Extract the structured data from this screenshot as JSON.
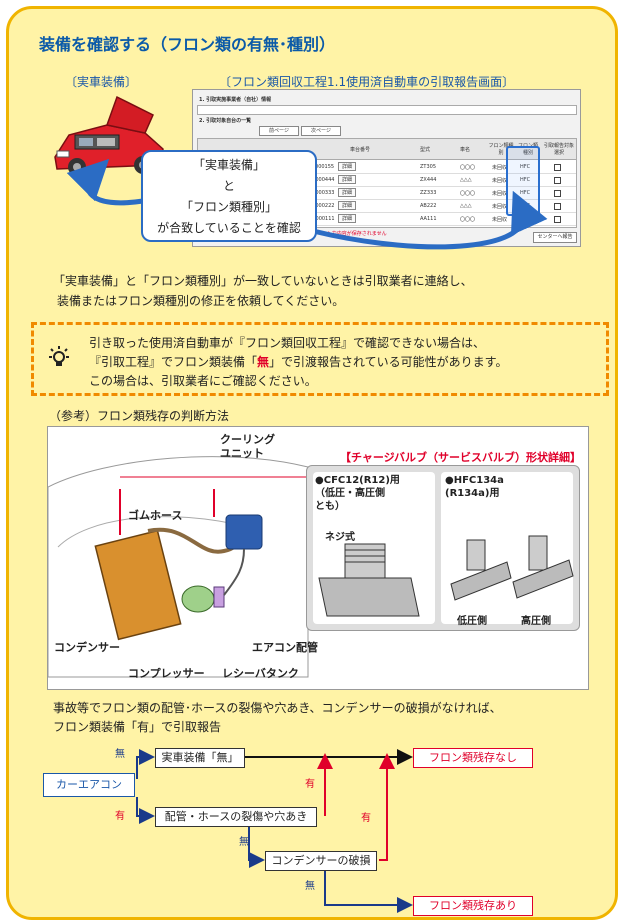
{
  "title": "装備を確認する（フロン類の有無･種別）",
  "labels": {
    "actual_equipment": "〔実車装備〕",
    "report_screen": "〔フロン類回収工程1.1使用済自動車の引取報告画面〕"
  },
  "report_screen": {
    "section1": "1. 引取実施事業者（自社）情報",
    "section2": "2. 引取対象自台の一覧",
    "prev": "前ページ",
    "next": "次ページ",
    "button_detail": "詳細",
    "button_center": "センターへ報告",
    "note": "※ 入力内容が保存されません",
    "headers": [
      "車台番号",
      "型式",
      "車名",
      "フロン類種別",
      "フロン類種別",
      "引取報告対象選択"
    ],
    "rows": [
      {
        "vin": "ZT305-0000155",
        "model": "ZT305",
        "name": "〇〇〇",
        "cls": "未回収",
        "type": "HFC"
      },
      {
        "vin": "ZX444-0000444",
        "model": "ZX444",
        "name": "△△△",
        "cls": "未回収",
        "type": "HFC"
      },
      {
        "vin": "ZZ333-0000333",
        "model": "ZZ333",
        "name": "〇〇〇",
        "cls": "未回収",
        "type": "HFC"
      },
      {
        "vin": "AB222-0000222",
        "model": "AB222",
        "name": "△△△",
        "cls": "未回収",
        "type": "HFC"
      },
      {
        "vin": "AA111-0000111",
        "model": "AA111",
        "name": "〇〇〇",
        "cls": "未回収",
        "type": "HFC"
      }
    ]
  },
  "bubble": {
    "line1": "「実車装備」",
    "line2": "と",
    "line3": "「フロン類種別」",
    "line4": "が合致していることを確認"
  },
  "paragraph": {
    "line1": "「実車装備」と「フロン類種別」が一致していないときは引取業者に連絡し、",
    "line2": "装備またはフロン類種別の修正を依頼してください。"
  },
  "notice": {
    "line1": "引き取った使用済自動車が『フロン類回収工程』で確認できない場合は、",
    "line2_a": "『引取工程』でフロン類装備「",
    "line2_red": "無",
    "line2_b": "」で引渡報告されている可能性があります。",
    "line3": "この場合は、引取業者にご確認ください。"
  },
  "reference_title": "（参考）フロン類残存の判断方法",
  "illustration": {
    "cooling_unit": "クーリング\nユニット",
    "rubber_hose": "ゴムホース",
    "condenser": "コンデンサー",
    "compressor": "コンプレッサー",
    "receiver_tank": "レシーバタンク",
    "aircon_pipe": "エアコン配管",
    "detail_title": "【チャージバルブ（サービスバルブ）形状詳細】",
    "cfc": "●CFC12(R12)用\n（低圧・高圧側\nとも）",
    "screw": "ネジ式",
    "hfc": "●HFC134a\n(R134a)用",
    "low": "低圧側",
    "high": "高圧側"
  },
  "conclusion": {
    "line1": "事故等でフロン類の配管･ホースの裂傷や穴あき、コンデンサーの破損がなければ、",
    "line2": "フロン類装備「有」で引取報告"
  },
  "flow": {
    "start": "カーエアコン",
    "no": "無",
    "yes": "有",
    "box1": "実車装備「無」",
    "box2": "配管・ホースの裂傷や穴あき",
    "box3": "コンデンサーの破損",
    "res_none": "フロン類残存なし",
    "res_exist": "フロン類残存あり"
  }
}
